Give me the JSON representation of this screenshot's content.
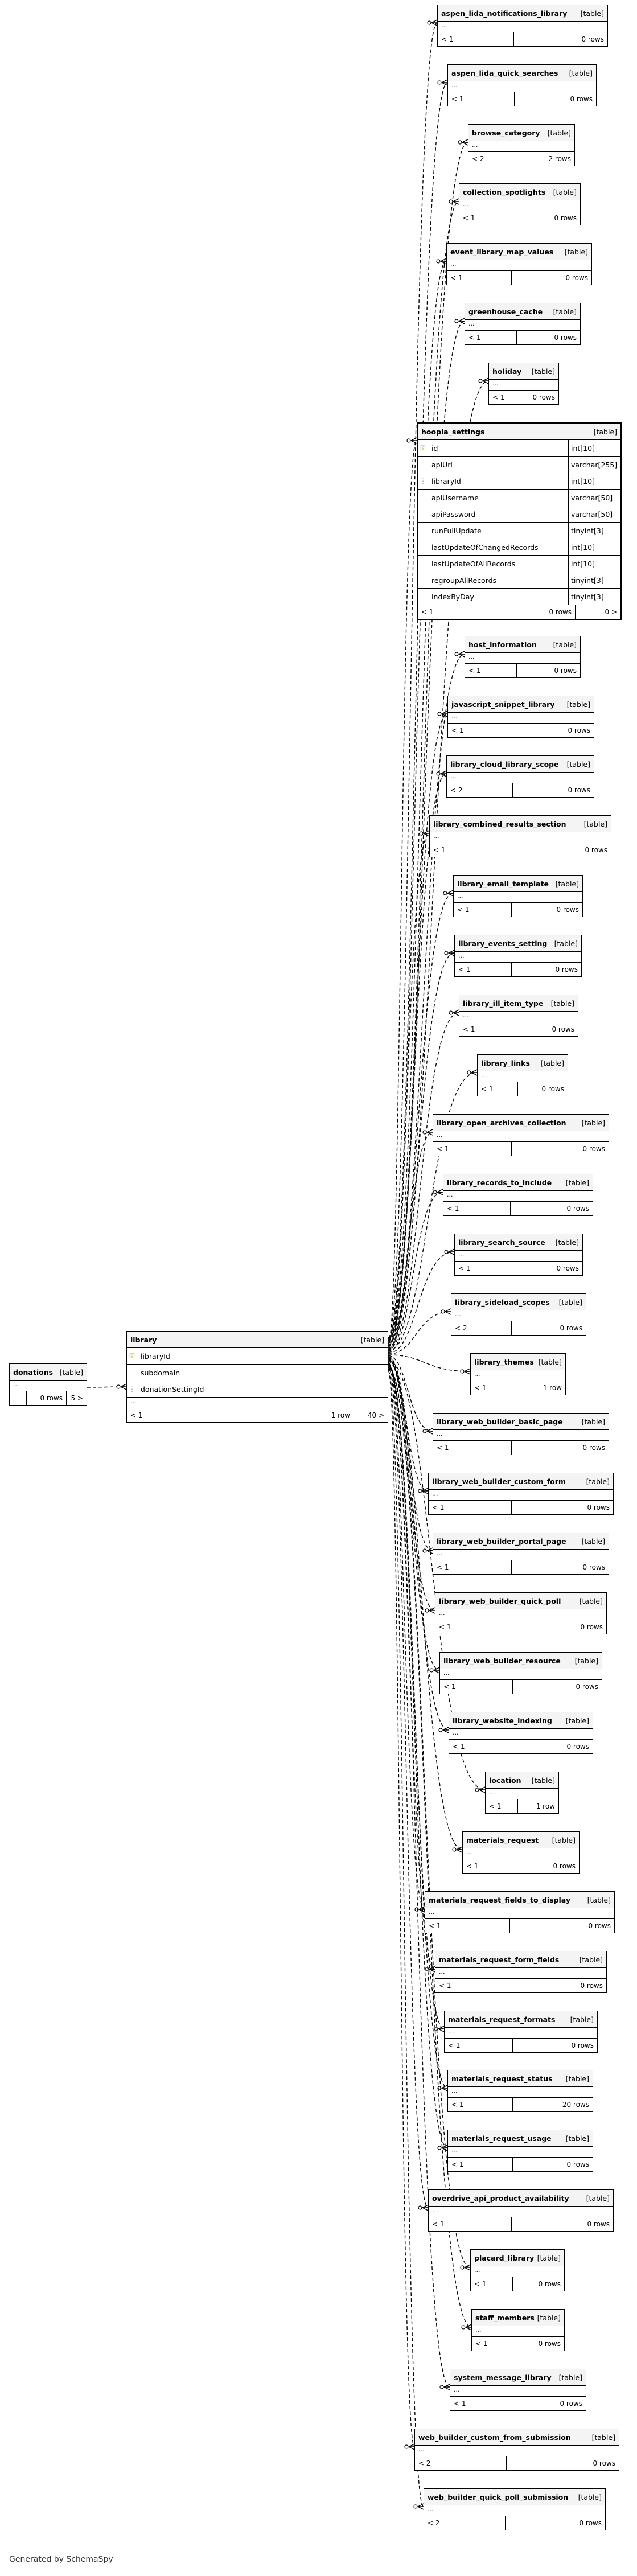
{
  "tables": [
    {
      "name": "aspen_lida_notifications_library",
      "tag": "[table]",
      "footer_left": "< 1",
      "footer_rows": "0 rows"
    },
    {
      "name": "aspen_lida_quick_searches",
      "tag": "[table]",
      "footer_left": "< 1",
      "footer_rows": "0 rows"
    },
    {
      "name": "browse_category",
      "tag": "[table]",
      "footer_left": "< 2",
      "footer_rows": "2 rows"
    },
    {
      "name": "collection_spotlights",
      "tag": "[table]",
      "footer_left": "< 1",
      "footer_rows": "0 rows"
    },
    {
      "name": "event_library_map_values",
      "tag": "[table]",
      "footer_left": "< 1",
      "footer_rows": "0 rows"
    },
    {
      "name": "greenhouse_cache",
      "tag": "[table]",
      "footer_left": "< 1",
      "footer_rows": "0 rows"
    },
    {
      "name": "holiday",
      "tag": "[table]",
      "footer_left": "< 1",
      "footer_rows": "0 rows"
    },
    {
      "name": "hoopla_settings",
      "tag": "[table]",
      "footer_left": "< 1",
      "footer_rows": "0 rows",
      "footer_right": "0 >",
      "columns": [
        {
          "name": "id",
          "type": "int[10]",
          "key": "pk"
        },
        {
          "name": "apiUrl",
          "type": "varchar[255]",
          "key": ""
        },
        {
          "name": "libraryId",
          "type": "int[10]",
          "key": "fk"
        },
        {
          "name": "apiUsername",
          "type": "varchar[50]",
          "key": ""
        },
        {
          "name": "apiPassword",
          "type": "varchar[50]",
          "key": ""
        },
        {
          "name": "runFullUpdate",
          "type": "tinyint[3]",
          "key": ""
        },
        {
          "name": "lastUpdateOfChangedRecords",
          "type": "int[10]",
          "key": ""
        },
        {
          "name": "lastUpdateOfAllRecords",
          "type": "int[10]",
          "key": ""
        },
        {
          "name": "regroupAllRecords",
          "type": "tinyint[3]",
          "key": ""
        },
        {
          "name": "indexByDay",
          "type": "tinyint[3]",
          "key": ""
        }
      ]
    },
    {
      "name": "host_information",
      "tag": "[table]",
      "footer_left": "< 1",
      "footer_rows": "0 rows"
    },
    {
      "name": "javascript_snippet_library",
      "tag": "[table]",
      "footer_left": "< 1",
      "footer_rows": "0 rows"
    },
    {
      "name": "library_cloud_library_scope",
      "tag": "[table]",
      "footer_left": "< 2",
      "footer_rows": "0 rows"
    },
    {
      "name": "library_combined_results_section",
      "tag": "[table]",
      "footer_left": "< 1",
      "footer_rows": "0 rows"
    },
    {
      "name": "library_email_template",
      "tag": "[table]",
      "footer_left": "< 1",
      "footer_rows": "0 rows"
    },
    {
      "name": "library_events_setting",
      "tag": "[table]",
      "footer_left": "< 1",
      "footer_rows": "0 rows"
    },
    {
      "name": "library_ill_item_type",
      "tag": "[table]",
      "footer_left": "< 1",
      "footer_rows": "0 rows"
    },
    {
      "name": "library_links",
      "tag": "[table]",
      "footer_left": "< 1",
      "footer_rows": "0 rows"
    },
    {
      "name": "library_open_archives_collection",
      "tag": "[table]",
      "footer_left": "< 1",
      "footer_rows": "0 rows"
    },
    {
      "name": "library_records_to_include",
      "tag": "[table]",
      "footer_left": "< 1",
      "footer_rows": "0 rows"
    },
    {
      "name": "library_search_source",
      "tag": "[table]",
      "footer_left": "< 1",
      "footer_rows": "0 rows"
    },
    {
      "name": "library_sideload_scopes",
      "tag": "[table]",
      "footer_left": "< 2",
      "footer_rows": "0 rows"
    },
    {
      "name": "library_themes",
      "tag": "[table]",
      "footer_left": "< 1",
      "footer_rows": "1 row"
    },
    {
      "name": "library_web_builder_basic_page",
      "tag": "[table]",
      "footer_left": "< 1",
      "footer_rows": "0 rows"
    },
    {
      "name": "library_web_builder_custom_form",
      "tag": "[table]",
      "footer_left": "< 1",
      "footer_rows": "0 rows"
    },
    {
      "name": "library_web_builder_portal_page",
      "tag": "[table]",
      "footer_left": "< 1",
      "footer_rows": "0 rows"
    },
    {
      "name": "library_web_builder_quick_poll",
      "tag": "[table]",
      "footer_left": "< 1",
      "footer_rows": "0 rows"
    },
    {
      "name": "library_web_builder_resource",
      "tag": "[table]",
      "footer_left": "< 1",
      "footer_rows": "0 rows"
    },
    {
      "name": "library_website_indexing",
      "tag": "[table]",
      "footer_left": "< 1",
      "footer_rows": "0 rows"
    },
    {
      "name": "location",
      "tag": "[table]",
      "footer_left": "< 1",
      "footer_rows": "1 row"
    },
    {
      "name": "materials_request",
      "tag": "[table]",
      "footer_left": "< 1",
      "footer_rows": "0 rows"
    },
    {
      "name": "materials_request_fields_to_display",
      "tag": "[table]",
      "footer_left": "< 1",
      "footer_rows": "0 rows"
    },
    {
      "name": "materials_request_form_fields",
      "tag": "[table]",
      "footer_left": "< 1",
      "footer_rows": "0 rows"
    },
    {
      "name": "materials_request_formats",
      "tag": "[table]",
      "footer_left": "< 1",
      "footer_rows": "0 rows"
    },
    {
      "name": "materials_request_status",
      "tag": "[table]",
      "footer_left": "< 1",
      "footer_rows": "20 rows"
    },
    {
      "name": "materials_request_usage",
      "tag": "[table]",
      "footer_left": "< 1",
      "footer_rows": "0 rows"
    },
    {
      "name": "overdrive_api_product_availability",
      "tag": "[table]",
      "footer_left": "< 1",
      "footer_rows": "0 rows"
    },
    {
      "name": "placard_library",
      "tag": "[table]",
      "footer_left": "< 1",
      "footer_rows": "0 rows"
    },
    {
      "name": "staff_members",
      "tag": "[table]",
      "footer_left": "< 1",
      "footer_rows": "0 rows"
    },
    {
      "name": "system_message_library",
      "tag": "[table]",
      "footer_left": "< 1",
      "footer_rows": "0 rows"
    },
    {
      "name": "web_builder_custom_from_submission",
      "tag": "[table]",
      "footer_left": "< 2",
      "footer_rows": "0 rows"
    },
    {
      "name": "web_builder_quick_poll_submission",
      "tag": "[table]",
      "footer_left": "< 2",
      "footer_rows": "0 rows"
    }
  ],
  "library": {
    "name": "library",
    "tag": "[table]",
    "columns": [
      {
        "name": "libraryId",
        "key": "pk"
      },
      {
        "name": "subdomain",
        "key": ""
      },
      {
        "name": "donationSettingId",
        "key": "fk"
      }
    ],
    "ellipsis": "...",
    "footer_left": "< 1",
    "footer_rows": "1 row",
    "footer_right": "40 >"
  },
  "donations": {
    "name": "donations",
    "tag": "[table]",
    "ellipsis": "...",
    "footer_rows": "0 rows",
    "footer_right": "5 >"
  },
  "ellipsis": "...",
  "generator": "Generated by SchemaSpy",
  "colors": {
    "border": "#000000",
    "header_bg": "#f4f4f4",
    "pk_icon": "#c9a800",
    "line": "#000000"
  }
}
